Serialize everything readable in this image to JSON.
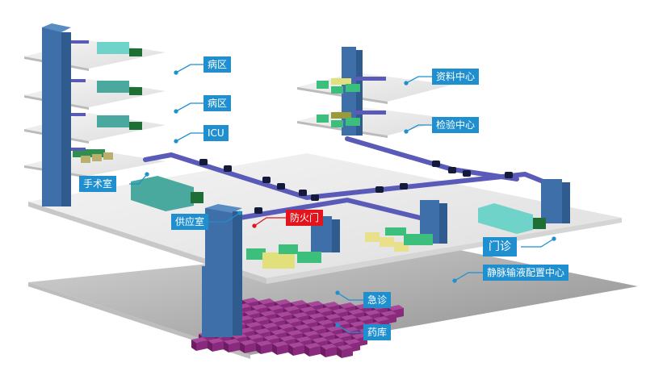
{
  "diagram": {
    "title": "",
    "type": "hospital-pneumatic-logistics-3d",
    "colors": {
      "label_bg": "#1f8fcf",
      "label_text": "#ffffff",
      "firedoor_label_bg": "#e3141c",
      "tube": "#5a5ab8",
      "tube_node": "#141a3a",
      "shaft": "#3e6fa8",
      "floor_slab": "#e9e9e9",
      "ward_block": "#5fc6bd",
      "green_block": "#3cbf7c",
      "yellow_block": "#e2e07a",
      "pharmacy_block": "#9a2f85"
    },
    "labels": [
      {
        "id": "ward-1",
        "text": "病区"
      },
      {
        "id": "ward-2",
        "text": "病区"
      },
      {
        "id": "icu",
        "text": "ICU"
      },
      {
        "id": "operating-room",
        "text": "手术室"
      },
      {
        "id": "supply-room",
        "text": "供应室"
      },
      {
        "id": "fire-door",
        "text": "防火门"
      },
      {
        "id": "records-center",
        "text": "资料中心"
      },
      {
        "id": "lab-center",
        "text": "检验中心"
      },
      {
        "id": "outpatient",
        "text": "门诊"
      },
      {
        "id": "iv-admixture-center",
        "text": "静脉输液配置中心"
      },
      {
        "id": "emergency",
        "text": "急诊"
      },
      {
        "id": "pharmacy",
        "text": "药库"
      }
    ]
  }
}
